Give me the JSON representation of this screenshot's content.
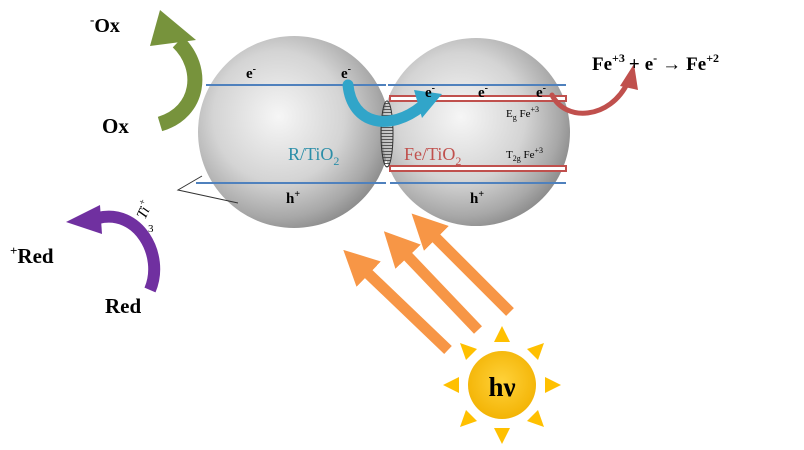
{
  "species": {
    "ox_reduced_prefix": "-",
    "ox_reduced": "Ox",
    "ox": "Ox",
    "red_oxidized_prefix": "+",
    "red_oxidized": "Red",
    "red": "Red"
  },
  "ti3": {
    "base": "Ti",
    "sup": "+",
    "sub": "3"
  },
  "particles": {
    "left": {
      "name_main": "R/TiO",
      "name_sub": "2",
      "color": "#2b8ea8"
    },
    "right": {
      "name_main": "Fe/TiO",
      "name_sub": "2",
      "color": "#c0504d"
    }
  },
  "electrons": {
    "symbol": "e",
    "charge": "-"
  },
  "holes": {
    "symbol": "h",
    "charge": "+"
  },
  "levels": {
    "eg": {
      "main": "E",
      "sub": "g",
      "species": " Fe",
      "charge": "+3"
    },
    "t2g": {
      "main": "T",
      "sub": "2g",
      "species": " Fe",
      "charge": "+3"
    }
  },
  "reaction": {
    "fe3": "Fe",
    "fe3_charge": "+3",
    "plus": "+",
    "e": "e",
    "e_charge": "-",
    "arrow": "→",
    "fe2": "Fe",
    "fe2_charge": "+2"
  },
  "sun": {
    "label": "hν",
    "color": "#ffc000"
  },
  "colors": {
    "band_line": "#4f81bd",
    "fe_level": "#c0504d",
    "ox_arrow": "#77933c",
    "red_arrow": "#7030a0",
    "transfer_arrow": "#31a5c9",
    "fe_arrow": "#c0504d",
    "light_ray": "#f79646"
  }
}
